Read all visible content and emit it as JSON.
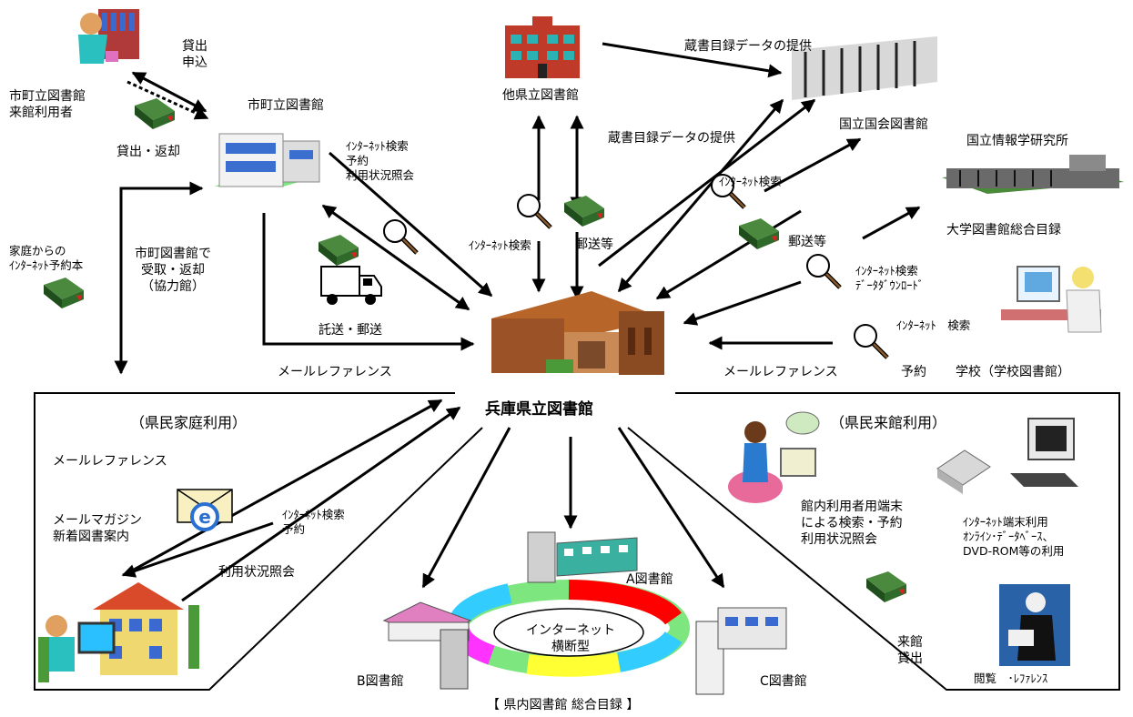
{
  "center": {
    "title": "兵庫県立図書館"
  },
  "nodes": {
    "municipal_user": "市町立図書館\n来館利用者",
    "municipal_library": "市町立図書館",
    "other_pref_library": "他県立図書館",
    "ndl": "国立国会図書館",
    "nii": "国立情報学研究所",
    "univ_catalog": "大学図書館総合目録",
    "school": "学校（学校図書館）"
  },
  "labels": {
    "loan_request": "貸出\n申込",
    "lend_return": "貸出・返却",
    "catalog_data_1": "蔵書目録データの提供",
    "catalog_data_2": "蔵書目録データの提供",
    "internet_search_reserve": "ｲﾝﾀｰﾈｯﾄ検索\n予約\n利用状況照会",
    "internet_search_a": "ｲﾝﾀｰﾈｯﾄ検索",
    "postal_a": "郵送等",
    "internet_search_b": "ｲﾝﾀｰﾈｯﾄ検索",
    "postal_b": "郵送等",
    "internet_search_download": "ｲﾝﾀｰﾈｯﾄ検索\nﾃﾞｰﾀﾀﾞｳﾝﾛｰﾄﾞ",
    "internet_search_c": "ｲﾝﾀｰﾈｯﾄ　検索",
    "reserve": "予約",
    "home_reserved": "家庭からの\nｲﾝﾀｰﾈｯﾄ予約本",
    "receive_return": "市町図書館で\n受取・返却\n（協力館）",
    "transport": "託送・郵送",
    "mail_ref_1": "メールレファレンス",
    "mail_ref_2": "メールレファレンス"
  },
  "home_section": {
    "title": "（県民家庭利用）",
    "mail_ref": "メールレファレンス",
    "magazine": "メールマガジン\n新着図書案内",
    "search_reserve": "ｲﾝﾀｰﾈｯﾄ検索\n予約",
    "status": "利用状況照会"
  },
  "visit_section": {
    "title": "（県民来館利用）",
    "terminal": "館内利用者用端末\nによる検索・予約\n利用状況照会",
    "internet_terminal": "ｲﾝﾀｰﾈｯﾄ端末利用\nｵﾝﾗｲﾝ･ﾃﾞｰﾀﾍﾞｰｽ、\nDVD-ROM等の利用",
    "visit_lend": "来館\n貸出",
    "browse_ref": "閲覧　･ﾚﾌｧﾚﾝｽ"
  },
  "network": {
    "lib_a": "A図書館",
    "lib_b": "B図書館",
    "lib_c": "C図書館",
    "cloud": "インターネット\n横断型",
    "caption": "【 県内図書館 総合目録 】"
  },
  "colors": {
    "book": "#2f6a2a",
    "arrow": "#000000",
    "ring_red": "#ff0000",
    "ring_green": "#7ee67e",
    "ring_cyan": "#33ccff",
    "ring_blue": "#1f3fd6",
    "ring_magenta": "#ff33ff",
    "ring_yellow": "#ffff33"
  }
}
